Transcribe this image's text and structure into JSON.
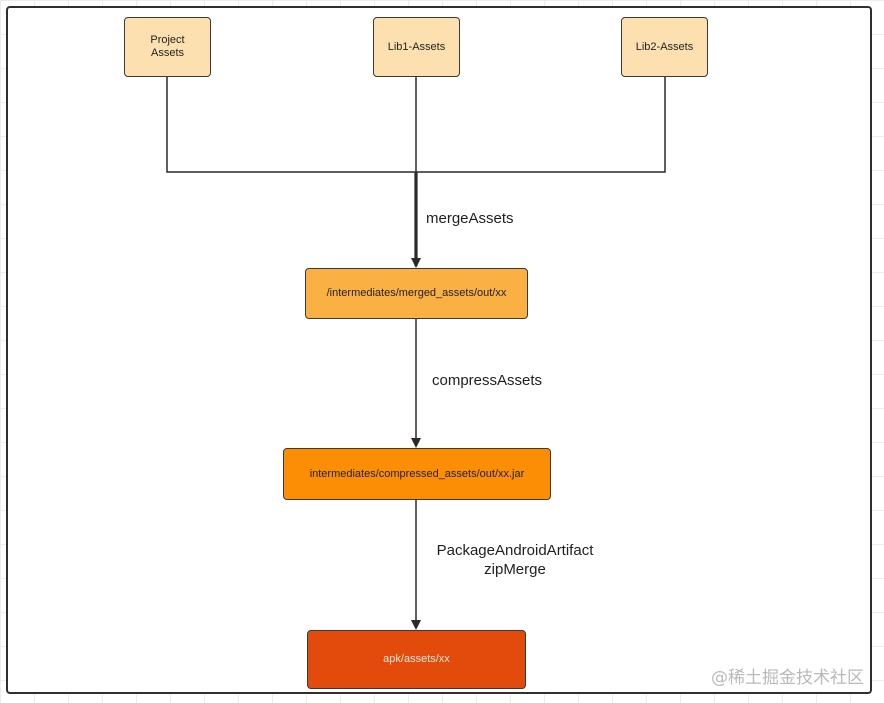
{
  "nodes": {
    "project_assets": "Project\nAssets",
    "lib1_assets": "Lib1-Assets",
    "lib2_assets": "Lib2-Assets",
    "merged_assets": "/intermediates/merged_assets/out/xx",
    "compressed_assets": "intermediates/compressed_assets/out/xx.jar",
    "apk_assets": "apk/assets/xx"
  },
  "edge_labels": {
    "merge": "mergeAssets",
    "compress": "compressAssets",
    "package_line1": "PackageAndroidArtifact",
    "package_line2": "zipMerge"
  },
  "watermark": "@稀土掘金技术社区",
  "colors": {
    "source_fill": "#fde0b0",
    "merged_fill": "#fbb043",
    "compressed_fill": "#fc8e06",
    "apk_fill": "#e24b0c"
  }
}
